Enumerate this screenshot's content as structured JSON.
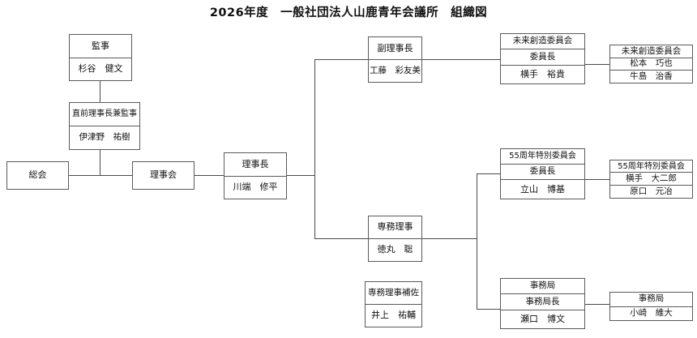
{
  "title": "2026年度　一般社団法人山鹿青年会議所　組織図",
  "boxes": {
    "kanji": {
      "role": "監事",
      "name": "杉谷　健文"
    },
    "chokuzen": {
      "role": "直前理事長兼監事",
      "name": "伊津野　祐樹"
    },
    "soukai": {
      "role": "総会"
    },
    "rijikai": {
      "role": "理事会"
    },
    "rijicho": {
      "role": "理事長",
      "name": "川端　修平"
    },
    "fukurijicho": {
      "role": "副理事長",
      "name": "工藤　彩友美"
    },
    "senmu": {
      "role": "専務理事",
      "name": "徳丸　聡"
    },
    "senmu_hosa": {
      "role": "専務理事補佐",
      "name": "井上　祐輔"
    },
    "mirai_chair": {
      "org": "未来創造委員会",
      "role": "委員長",
      "name": "横手　裕貴"
    },
    "mirai_members": {
      "org": "未来創造委員会",
      "member1": "松本　巧也",
      "member2": "牛島　治香"
    },
    "anniv_chair": {
      "org": "55周年特別委員会",
      "role": "委員長",
      "name": "立山　博基"
    },
    "anniv_members": {
      "org": "55周年特別委員会",
      "member1": "横手　大二郎",
      "member2": "原口　元冶"
    },
    "jimukyoku_chief": {
      "org": "事務局",
      "role": "事務局長",
      "name": "瀬口　博文"
    },
    "jimukyoku_members": {
      "org": "事務局",
      "member1": "小崎　維大"
    }
  },
  "colors": {
    "line": "#4a4a4a",
    "border": "#5a5a5a",
    "text": "#111111",
    "background": "#ffffff"
  }
}
